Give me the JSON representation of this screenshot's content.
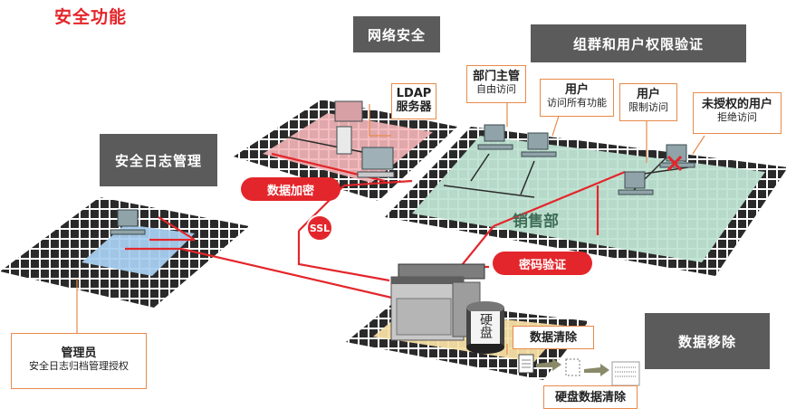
{
  "title": "安全功能",
  "banners": {
    "network": "网络安全",
    "group": "组群和用户权限验证",
    "log": "安全日志管理",
    "erase": "数据移除"
  },
  "ldap": {
    "line1": "LDAP",
    "line2": "服务器"
  },
  "users": [
    {
      "title": "部门主管",
      "desc": "自由访问"
    },
    {
      "title": "用户",
      "desc": "访问所有功能"
    },
    {
      "title": "用户",
      "desc": "限制访问"
    },
    {
      "title": "未授权的用户",
      "desc": "拒绝访问"
    }
  ],
  "pills": {
    "encrypt": "数据加密",
    "ssl": "SSL",
    "password": "密码验证"
  },
  "sales_dept": "销售部",
  "hdd_label": "硬盘",
  "admin": {
    "title": "管理员",
    "desc": "安全日志归档管理授权"
  },
  "erase_box": {
    "data_clear": "数据清除",
    "hdd_clear": "硬盘数据清除"
  },
  "colors": {
    "accent_red": "#e3262b",
    "banner_gray": "#5b5b5b",
    "zone_pink": "#f4b6b8",
    "zone_green": "#bfe3d2",
    "zone_blue": "#a8cdee",
    "zone_yellow": "#f7dfa6",
    "callout_orange": "#e88a4a"
  }
}
